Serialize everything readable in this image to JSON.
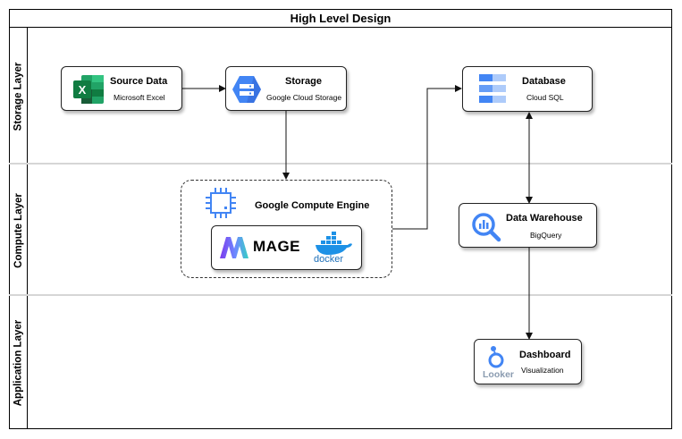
{
  "title": "High Level Design",
  "lanes": {
    "storage": "Storage Layer",
    "compute": "Compute Layer",
    "application": "Application Layer"
  },
  "nodes": {
    "source": {
      "title": "Source Data",
      "subtitle": "Microsoft Excel",
      "icon": "excel-icon"
    },
    "storage": {
      "title": "Storage",
      "subtitle": "Google Cloud Storage",
      "icon": "cloud-storage-icon"
    },
    "database": {
      "title": "Database",
      "subtitle": "Cloud SQL",
      "icon": "cloud-sql-icon"
    },
    "compute": {
      "title": "Google Compute Engine",
      "icon": "compute-engine-icon"
    },
    "mage": {
      "logo_text": "MAGE",
      "docker_text": "docker"
    },
    "warehouse": {
      "title": "Data Warehouse",
      "subtitle": "BigQuery",
      "icon": "bigquery-icon"
    },
    "dashboard": {
      "title": "Dashboard",
      "subtitle": "Visualization",
      "logo_text": "Looker"
    }
  },
  "colors": {
    "excel_green": "#1D6F42",
    "google_blue": "#4285F4",
    "docker_blue": "#1D91E6",
    "mage_purple": "#7C3AED",
    "looker_blue": "#4285F4"
  }
}
